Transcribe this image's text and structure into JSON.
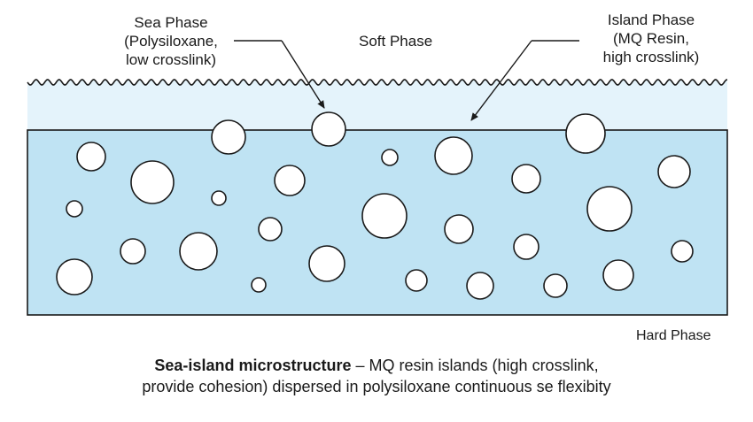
{
  "labels": {
    "sea_phase": [
      "Sea Phase",
      "(Polysiloxane,",
      "low crosslink)"
    ],
    "soft_phase": "Soft Phase",
    "island_phase": [
      "Island Phase",
      "(MQ Resin,",
      "high crosslink)"
    ],
    "hard_phase": "Hard Phase"
  },
  "caption": {
    "bold": "Sea-island microstructure",
    "line1_rest": " – MQ resin islands (high crosslink,",
    "line2": "provide cohesion) dispersed in polysiloxane continuous se flexibity"
  },
  "colors": {
    "soft_layer": "#e4f3fb",
    "hard_layer": "#bfe3f3",
    "outline": "#1a1a1a",
    "island_fill": "#ffffff"
  }
}
